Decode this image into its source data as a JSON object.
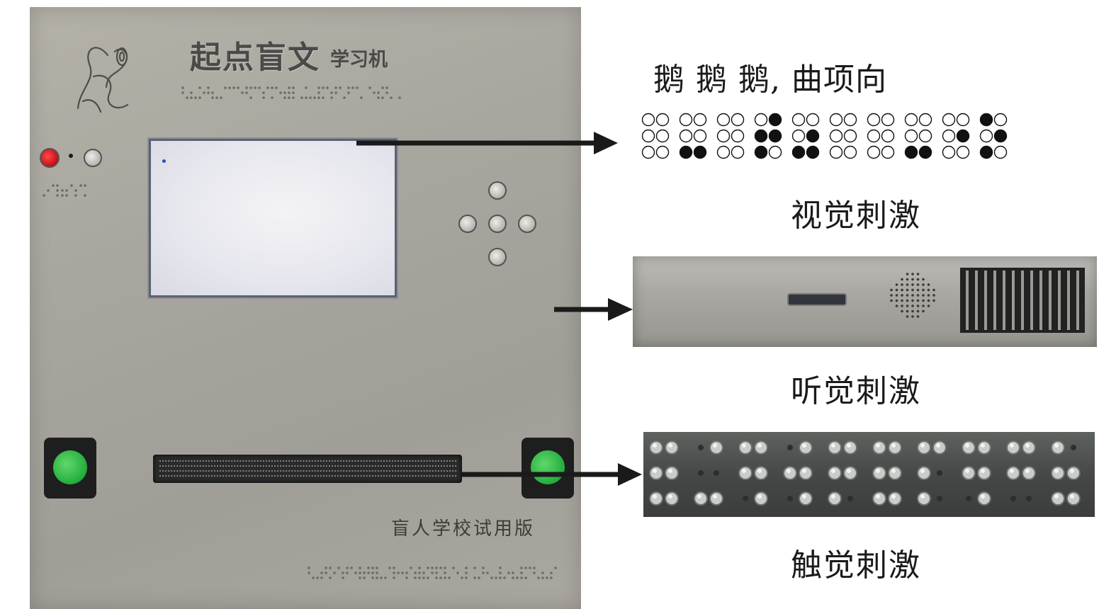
{
  "device": {
    "brand_title": "起点盲文",
    "brand_sub": "学习机",
    "screen_menu": [
      "",
      "",
      "",
      ""
    ],
    "trial_text": "盲人学校试用版"
  },
  "stimuli": {
    "visual_poem": "鹅 鹅 鹅, 曲项向",
    "visual_caption": "视觉刺激",
    "auditory_caption": "听觉刺激",
    "tactile_caption": "触觉刺激"
  },
  "braille_diagram": {
    "cells": [
      [
        0,
        0,
        0,
        0,
        0,
        0
      ],
      [
        0,
        0,
        1,
        0,
        0,
        1
      ],
      [
        0,
        0,
        0,
        0,
        0,
        0
      ],
      [
        0,
        1,
        1,
        1,
        1,
        0
      ],
      [
        0,
        0,
        1,
        0,
        1,
        1
      ],
      [
        0,
        0,
        0,
        0,
        0,
        0
      ],
      [
        0,
        0,
        0,
        0,
        0,
        0
      ],
      [
        0,
        0,
        1,
        0,
        0,
        1
      ],
      [
        0,
        0,
        0,
        0,
        1,
        0
      ],
      [
        1,
        0,
        1,
        0,
        1,
        0
      ]
    ]
  },
  "colors": {
    "arrow": "#1a1a1a",
    "power_button": "#d7101b",
    "green_button": "#23b03c",
    "screen_menu_text": "#ee5a7c",
    "device_metal": "#aeaca4"
  }
}
